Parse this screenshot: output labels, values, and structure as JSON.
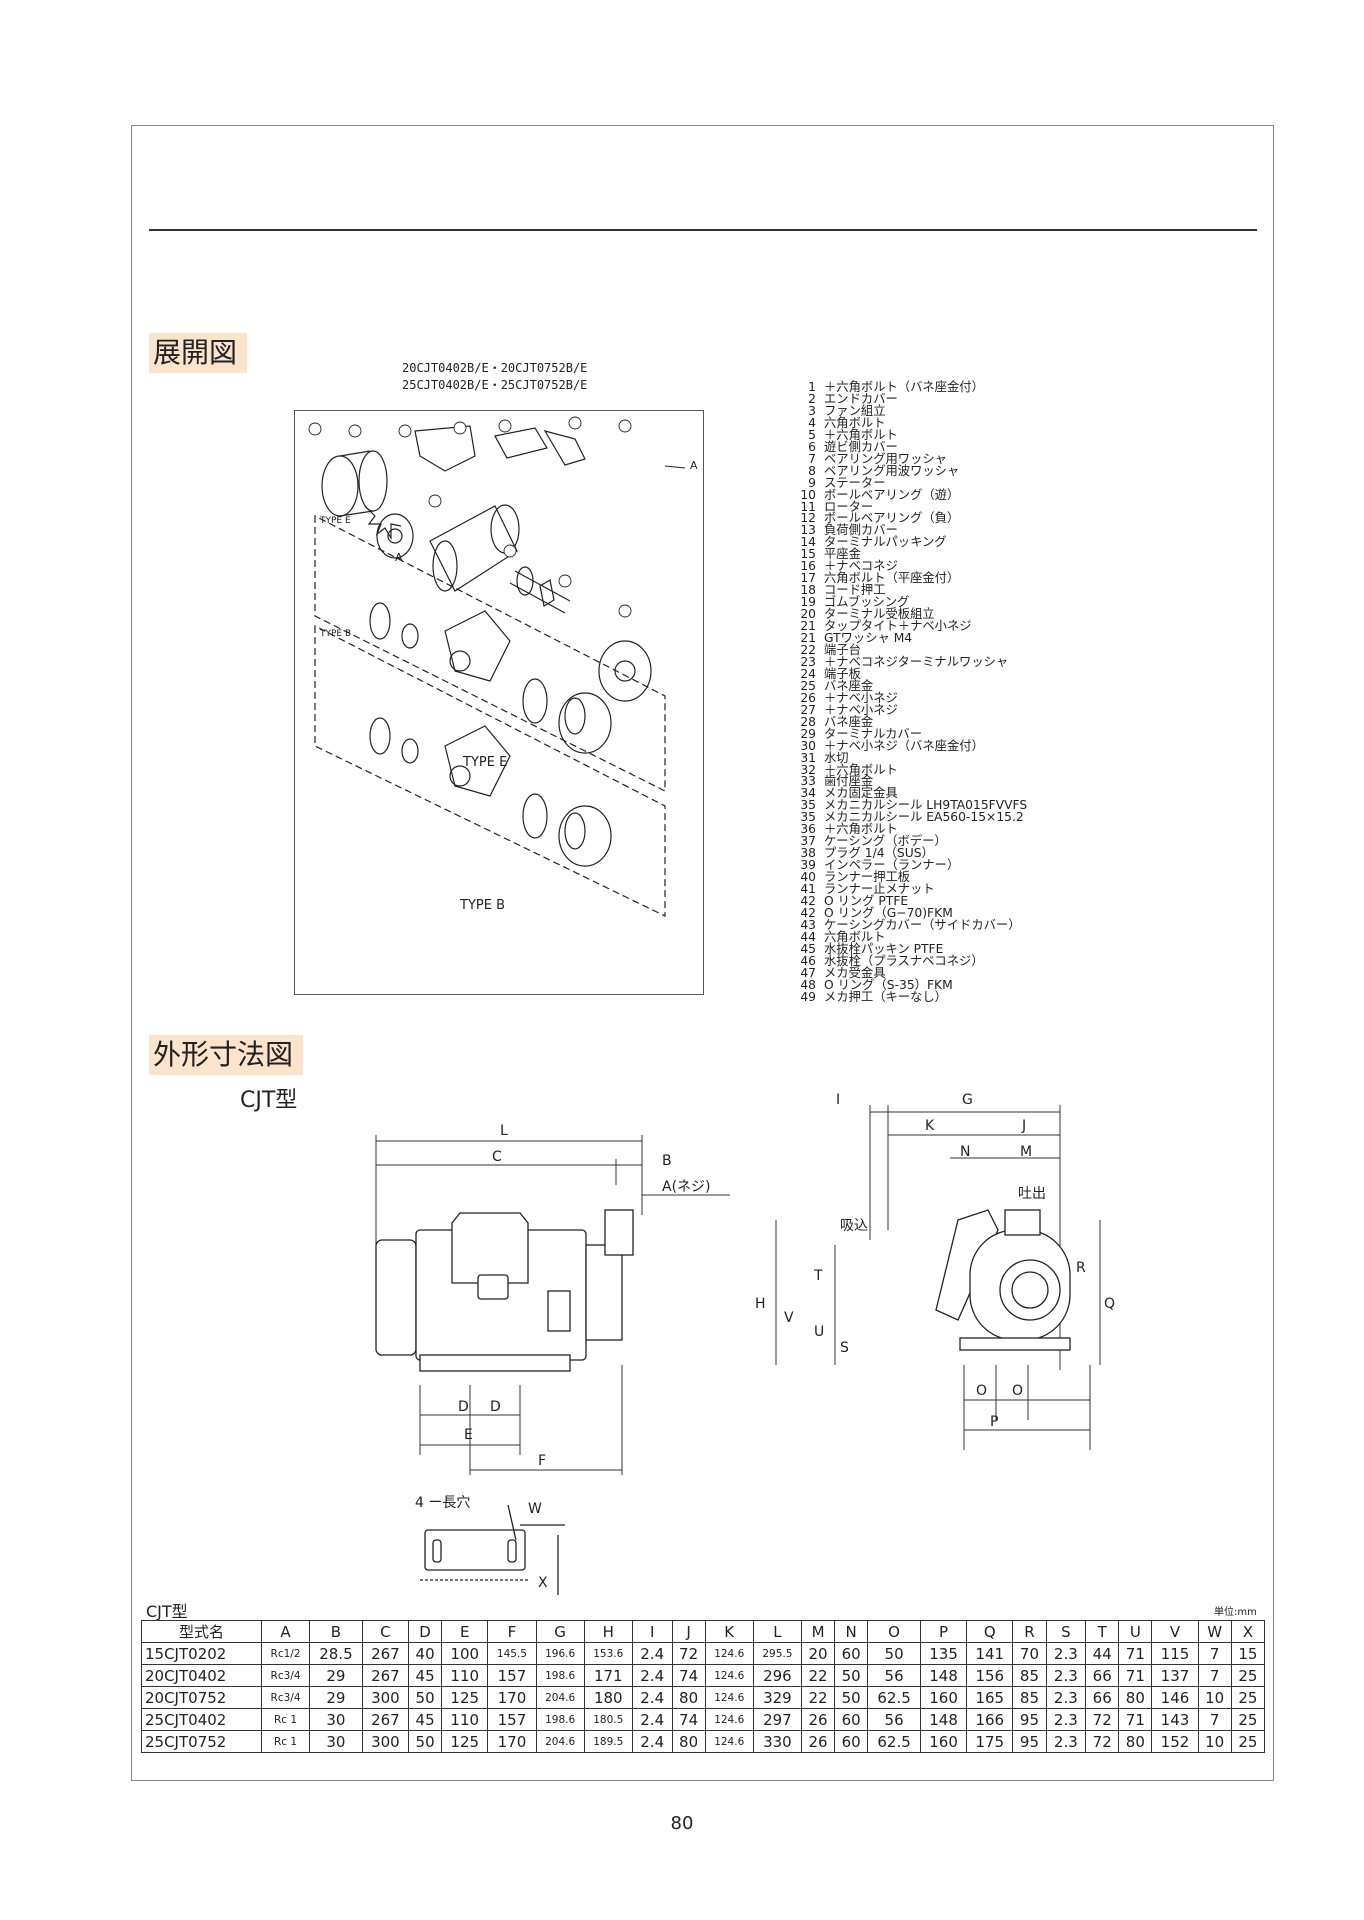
{
  "sections": {
    "exploded_title": "展開図",
    "outline_title": "外形寸法図",
    "outline_subtitle": "CJT型"
  },
  "models": [
    "20CJT0402B/E・20CJT0752B/E",
    "25CJT0402B/E・25CJT0752B/E"
  ],
  "exploded_labels": {
    "type_e": "TYPE E",
    "type_b": "TYPE B",
    "type_e_small": "TYPE E",
    "type_b_small": "TYPE B",
    "arrow_a": "A",
    "arrow_a2": "A"
  },
  "parts": [
    {
      "no": "1",
      "name": "＋六角ボルト（バネ座金付）"
    },
    {
      "no": "2",
      "name": "エンドカバー"
    },
    {
      "no": "3",
      "name": "ファン組立"
    },
    {
      "no": "4",
      "name": "六角ボルト"
    },
    {
      "no": "5",
      "name": "＋六角ボルト"
    },
    {
      "no": "6",
      "name": "遊ビ側カバー"
    },
    {
      "no": "7",
      "name": "ベアリング用ワッシャ"
    },
    {
      "no": "8",
      "name": "ベアリング用波ワッシャ"
    },
    {
      "no": "9",
      "name": "ステーター"
    },
    {
      "no": "10",
      "name": "ボールベアリング（遊）"
    },
    {
      "no": "11",
      "name": "ローター"
    },
    {
      "no": "12",
      "name": "ボールベアリング（負）"
    },
    {
      "no": "13",
      "name": "負荷側カバー"
    },
    {
      "no": "14",
      "name": "ターミナルパッキング"
    },
    {
      "no": "15",
      "name": "平座金"
    },
    {
      "no": "16",
      "name": "＋ナベコネジ"
    },
    {
      "no": "17",
      "name": "六角ボルト（平座金付）"
    },
    {
      "no": "18",
      "name": "コード押工"
    },
    {
      "no": "19",
      "name": "ゴムブッシング"
    },
    {
      "no": "20",
      "name": "ターミナル受板組立"
    },
    {
      "no": "21",
      "name": "タップタイト＋ナベ小ネジ"
    },
    {
      "no": "21",
      "name": "GTワッシャ M4"
    },
    {
      "no": "22",
      "name": "端子台"
    },
    {
      "no": "23",
      "name": "＋ナベコネジターミナルワッシャ"
    },
    {
      "no": "24",
      "name": "端子板"
    },
    {
      "no": "25",
      "name": "バネ座金"
    },
    {
      "no": "26",
      "name": "＋ナベ小ネジ"
    },
    {
      "no": "27",
      "name": "＋ナベ小ネジ"
    },
    {
      "no": "28",
      "name": "バネ座金"
    },
    {
      "no": "29",
      "name": "ターミナルカバー"
    },
    {
      "no": "30",
      "name": "＋ナベ小ネジ（バネ座金付）"
    },
    {
      "no": "31",
      "name": "水切"
    },
    {
      "no": "32",
      "name": "＋六角ボルト"
    },
    {
      "no": "33",
      "name": "歯付座金"
    },
    {
      "no": "34",
      "name": "メカ固定金具"
    },
    {
      "no": "35",
      "name": "メカニカルシール LH9TA015FVVFS"
    },
    {
      "no": "35",
      "name": "メカニカルシール EA560-15×15.2"
    },
    {
      "no": "36",
      "name": "＋六角ボルト"
    },
    {
      "no": "37",
      "name": "ケーシング（ボデー）"
    },
    {
      "no": "38",
      "name": "プラグ 1/4（SUS）"
    },
    {
      "no": "39",
      "name": "インペラー（ランナー）"
    },
    {
      "no": "40",
      "name": "ランナー押工板"
    },
    {
      "no": "41",
      "name": "ランナー止メナット"
    },
    {
      "no": "42",
      "name": "O リング PTFE"
    },
    {
      "no": "42",
      "name": "O リング（G−70)FKM"
    },
    {
      "no": "43",
      "name": "ケーシングカバー（サイドカバー）"
    },
    {
      "no": "44",
      "name": "六角ボルト"
    },
    {
      "no": "45",
      "name": "水抜栓パッキン PTFE"
    },
    {
      "no": "46",
      "name": "水抜栓（プラスナベコネジ）"
    },
    {
      "no": "47",
      "name": "メカ受金具"
    },
    {
      "no": "48",
      "name": "O リング（S-35）FKM"
    },
    {
      "no": "49",
      "name": "メカ押工（キーなし）"
    }
  ],
  "dims": {
    "L": "L",
    "C": "C",
    "B": "B",
    "A": "A(ネジ)",
    "D1": "D",
    "D2": "D",
    "E": "E",
    "F": "F",
    "I": "I",
    "G": "G",
    "K": "K",
    "J": "J",
    "N": "N",
    "M": "M",
    "outlet": "吐出",
    "inlet": "吸込",
    "H": "H",
    "T": "T",
    "V": "V",
    "U": "U",
    "S": "S",
    "R": "R",
    "Q": "Q",
    "O1": "O",
    "O2": "O",
    "P": "P",
    "slot": "4 ー長穴",
    "W": "W",
    "X": "X"
  },
  "table": {
    "title": "CJT型",
    "unit": "単位:mm",
    "headers": [
      "型式名",
      "A",
      "B",
      "C",
      "D",
      "E",
      "F",
      "G",
      "H",
      "I",
      "J",
      "K",
      "L",
      "M",
      "N",
      "O",
      "P",
      "Q",
      "R",
      "S",
      "T",
      "U",
      "V",
      "W",
      "X"
    ],
    "rows": [
      [
        "15CJT0202",
        "Rc1/2",
        "28.5",
        "267",
        "40",
        "100",
        "145.5",
        "196.6",
        "153.6",
        "2.4",
        "72",
        "124.6",
        "295.5",
        "20",
        "60",
        "50",
        "135",
        "141",
        "70",
        "2.3",
        "44",
        "71",
        "115",
        "7",
        "15"
      ],
      [
        "20CJT0402",
        "Rc3/4",
        "29",
        "267",
        "45",
        "110",
        "157",
        "198.6",
        "171",
        "2.4",
        "74",
        "124.6",
        "296",
        "22",
        "50",
        "56",
        "148",
        "156",
        "85",
        "2.3",
        "66",
        "71",
        "137",
        "7",
        "25"
      ],
      [
        "20CJT0752",
        "Rc3/4",
        "29",
        "300",
        "50",
        "125",
        "170",
        "204.6",
        "180",
        "2.4",
        "80",
        "124.6",
        "329",
        "22",
        "50",
        "62.5",
        "160",
        "165",
        "85",
        "2.3",
        "66",
        "80",
        "146",
        "10",
        "25"
      ],
      [
        "25CJT0402",
        "Rc 1",
        "30",
        "267",
        "45",
        "110",
        "157",
        "198.6",
        "180.5",
        "2.4",
        "74",
        "124.6",
        "297",
        "26",
        "60",
        "56",
        "148",
        "166",
        "95",
        "2.3",
        "72",
        "71",
        "143",
        "7",
        "25"
      ],
      [
        "25CJT0752",
        "Rc 1",
        "30",
        "300",
        "50",
        "125",
        "170",
        "204.6",
        "189.5",
        "2.4",
        "80",
        "124.6",
        "330",
        "26",
        "60",
        "62.5",
        "160",
        "175",
        "95",
        "2.3",
        "72",
        "80",
        "152",
        "10",
        "25"
      ]
    ]
  },
  "page_number": "80"
}
